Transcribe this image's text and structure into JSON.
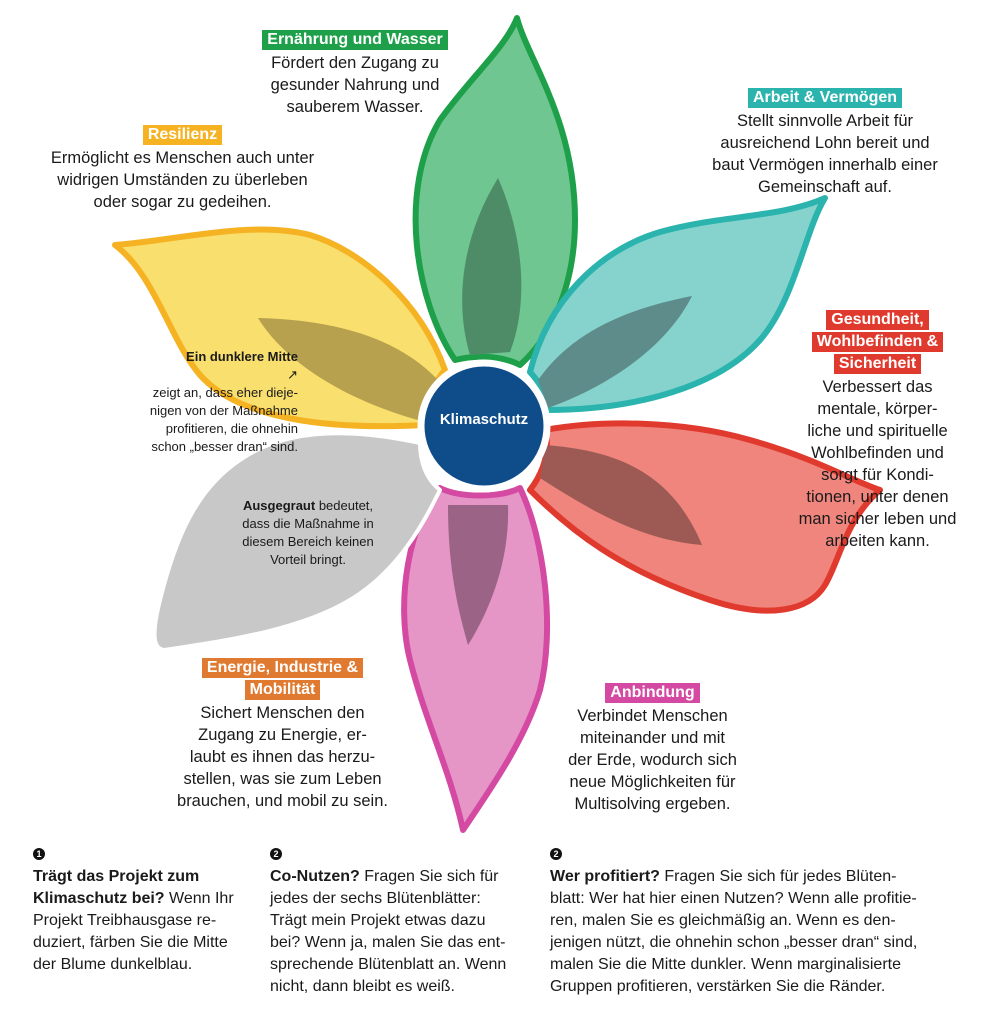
{
  "center": {
    "label": "Klimaschutz",
    "color": "#0f4c8a"
  },
  "petals": [
    {
      "key": "ernaehrung",
      "heading": "Ernährung und Wasser",
      "description": "Fördert den Zugang zu\ngesunder Nahrung und\nsauberem Wasser.",
      "color": "#1ea04a",
      "fill": "#6fc690",
      "inner": "#4e8c68"
    },
    {
      "key": "arbeit",
      "heading": "Arbeit & Vermögen",
      "description": "Stellt sinnvolle Arbeit für\nausreichend Lohn bereit und\nbaut Vermögen innerhalb einer\nGemeinschaft auf.",
      "color": "#2bb3ad",
      "fill": "#86d3ce",
      "inner": "#5e8c8a"
    },
    {
      "key": "gesundheit",
      "heading_lines": [
        "Gesundheit,",
        "Wohlbefinden &",
        "Sicherheit"
      ],
      "description": "Verbessert das\nmentale, körper-\nliche und spirituelle\nWohlbefinden und\nsorgt für Kondi-\ntionen, unter denen\nman sicher leben und\narbeiten kann.",
      "color": "#e03a2e",
      "fill": "#ef857c",
      "inner": "#9d5a55"
    },
    {
      "key": "anbindung",
      "heading": "Anbindung",
      "description": "Verbindet Menschen\nmiteinander und mit\nder Erde, wodurch sich\nneue Möglichkeiten für\nMultisolving ergeben.",
      "color": "#d44aa3",
      "fill": "#e596c6",
      "inner": "#9b6386"
    },
    {
      "key": "energie",
      "heading_lines": [
        "Energie, Industrie &",
        "Mobilität"
      ],
      "description": "Sichert Menschen den\nZugang zu Energie, er-\nlaubt es ihnen das herzu-\nstellen, was sie zum Leben\nbrauchen, und mobil zu sein.",
      "color": "#e07a30",
      "fill": "#c8c8c8",
      "inner": "#c8c8c8"
    },
    {
      "key": "resilienz",
      "heading": "Resilienz",
      "description": "Ermöglicht es Menschen auch unter\nwidrigen Umständen zu überleben\noder sogar zu gedeihen.",
      "color": "#f5b324",
      "fill": "#f9df6e",
      "inner": "#b8a14e"
    }
  ],
  "annotations": {
    "darker_center": {
      "bold": "Ein dunklere Mitte",
      "arrow": "↗",
      "text": "zeigt an, dass eher dieje-\nnigen von der Maßnahme\nprofitieren, die ohnehin\nschon „besser dran“ sind."
    },
    "greyed_out": {
      "bold": "Ausgegraut",
      "text": " bedeutet,\ndass die Maßnahme in\ndiesem Bereich keinen\nVorteil bringt."
    }
  },
  "steps": [
    {
      "number": "1",
      "bold": "Trägt das Projekt zum\nKlimaschutz bei?",
      "text": " Wenn Ihr\nProjekt Treibhausgase re-\nduziert, färben Sie die Mitte\nder Blume dunkelblau."
    },
    {
      "number": "2",
      "bold": "Co-Nutzen?",
      "text": " Fragen Sie sich für\njedes der sechs Blütenblätter:\nTrägt mein Projekt etwas dazu\nbei? Wenn ja, malen Sie das ent-\nsprechende Blütenblatt an. Wenn\nnicht, dann bleibt es weiß."
    },
    {
      "number": "2",
      "bold": "Wer profitiert?",
      "text": " Fragen Sie sich für jedes Blüten-\nblatt: Wer hat hier einen Nutzen? Wenn alle profitie-\nren, malen Sie es gleichmäßig an. Wenn es den-\njenigen nützt, die ohnehin schon „besser dran“ sind,\nmalen Sie die Mitte dunkler. Wenn marginalisierte\nGruppen profitieren, verstärken Sie die Ränder."
    }
  ]
}
